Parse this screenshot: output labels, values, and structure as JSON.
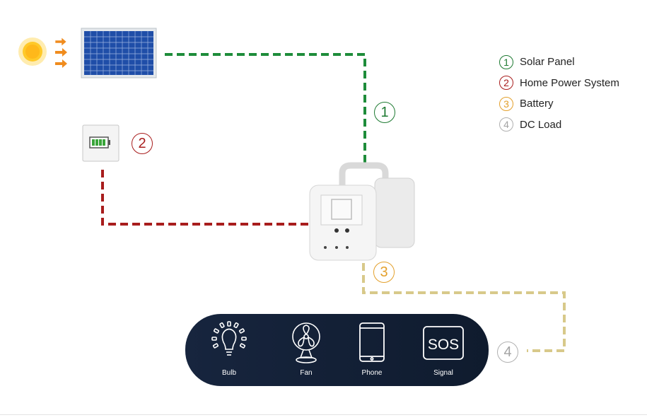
{
  "legend": [
    {
      "num": "1",
      "label": "Solar Panel",
      "color": "#1e7a32"
    },
    {
      "num": "2",
      "label": "Home Power System",
      "color": "#a81d1d"
    },
    {
      "num": "3",
      "label": "Battery",
      "color": "#e3a02c"
    },
    {
      "num": "4",
      "label": "DC Load",
      "color": "#a3a3a3"
    }
  ],
  "badges": {
    "solar": "1",
    "home": "2",
    "battery": "3",
    "dc_load": "4"
  },
  "loads": [
    {
      "label": "Bulb",
      "icon": "bulb-icon"
    },
    {
      "label": "Fan",
      "icon": "fan-icon"
    },
    {
      "label": "Phone",
      "icon": "phone-icon"
    },
    {
      "label": "Signal",
      "icon": "sos-icon"
    }
  ],
  "sos_text": "SOS",
  "colors": {
    "solar_line": "#1e8c3a",
    "home_line": "#a81d1d",
    "battery_line": "#d8c98a",
    "loads_bg": "#15233a"
  }
}
